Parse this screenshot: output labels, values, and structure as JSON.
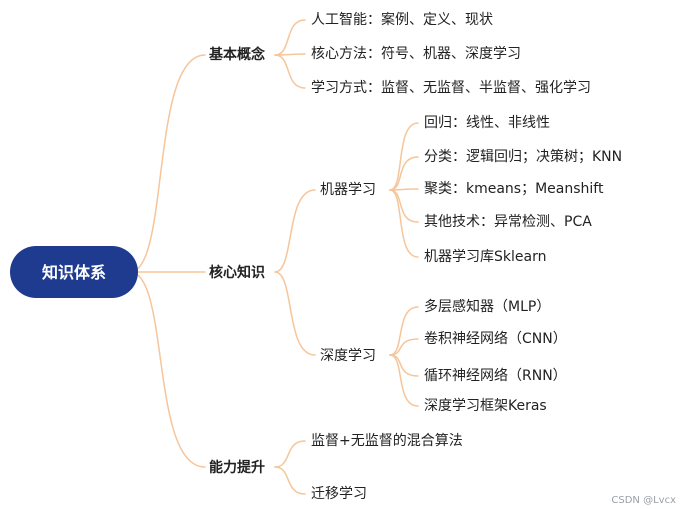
{
  "root": {
    "label": "知识体系"
  },
  "branches": {
    "basic": {
      "label": "基本概念",
      "items": [
        "人工智能：案例、定义、现状",
        "核心方法：符号、机器、深度学习",
        "学习方式：监督、无监督、半监督、强化学习"
      ]
    },
    "core": {
      "label": "核心知识",
      "ml": {
        "label": "机器学习",
        "items": [
          "回归：线性、非线性",
          "分类：逻辑回归；决策树；KNN",
          "聚类：kmeans；Meanshift",
          "其他技术：异常检测、PCA",
          "机器学习库Sklearn"
        ]
      },
      "dl": {
        "label": "深度学习",
        "items": [
          "多层感知器（MLP）",
          "卷积神经网络（CNN）",
          "循环神经网络（RNN）",
          "深度学习框架Keras"
        ]
      }
    },
    "ability": {
      "label": "能力提升",
      "items": [
        "监督+无监督的混合算法",
        "迁移学习"
      ]
    }
  },
  "watermark": "CSDN @Lvcx",
  "colors": {
    "root_fill": "#1f3b8f",
    "connector": "#f6c59a",
    "text": "#222222",
    "root_text": "#ffffff"
  }
}
